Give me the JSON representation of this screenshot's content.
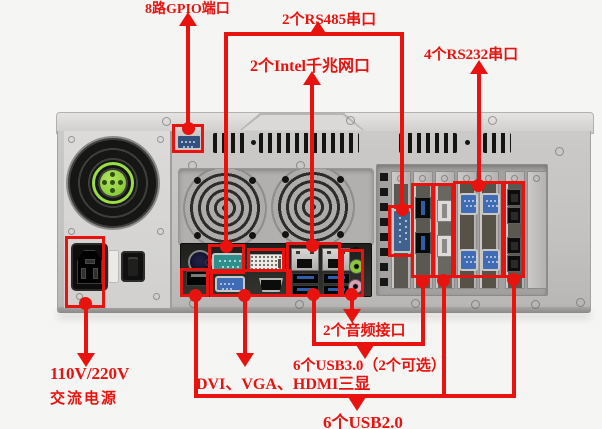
{
  "callouts": {
    "gpio": "8路GPIO端口",
    "rs485": "2个RS485串口",
    "lan": "2个Intel千兆网口",
    "rs232": "4个RS232串口",
    "power_voltage": "110V/220V",
    "power_type": "交流电源",
    "display": "DVI、VGA、HDMI三显",
    "audio": "2个音频接口",
    "usb3": "6个USB3.0（2个可选）",
    "usb2": "6个USB2.0"
  },
  "colors": {
    "annotation_red": "#e8120e",
    "background": "#f5f5f4",
    "chassis_body": "#c6c5c3",
    "chassis_top": "#d8d7d5",
    "io_panel_dark": "#262624",
    "fan_green": "#8fd83c",
    "usb3_blue": "#2d5fa8",
    "rs485_teal": "#2f8f8c",
    "vga_blue": "#3f6cb4",
    "audio_green": "#8cc63e",
    "audio_pink": "#d9a0b4"
  }
}
